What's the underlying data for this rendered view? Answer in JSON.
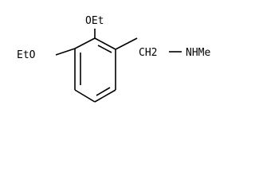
{
  "molecule": {
    "substituent_top": "OEt",
    "substituent_left": "EtO",
    "linker_label": "CH2",
    "amine_label": "NHMe"
  }
}
